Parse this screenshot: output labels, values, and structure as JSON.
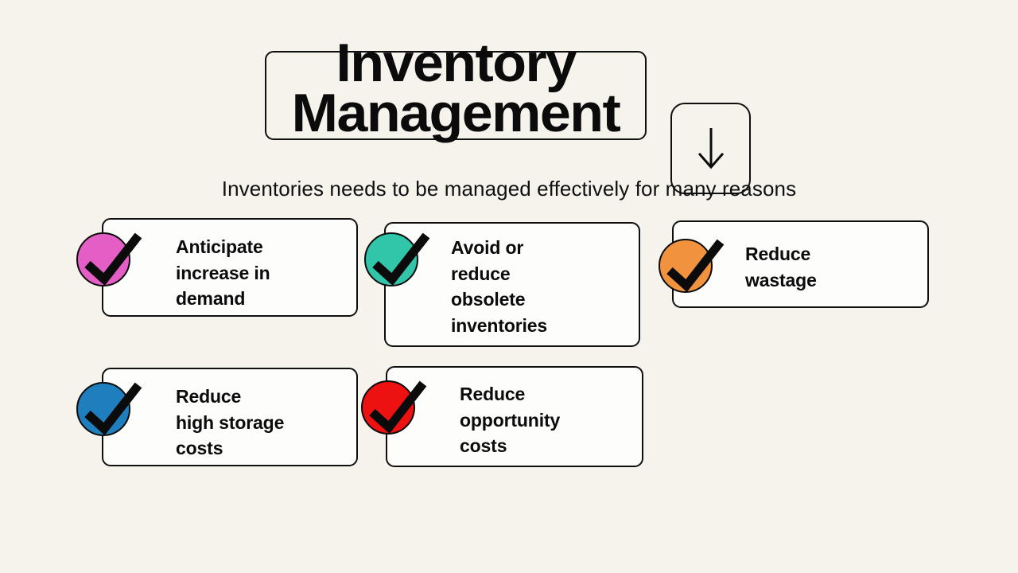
{
  "slide": {
    "background_color": "#f6f3ec",
    "title": "Inventory\nManagement",
    "subtitle": "Inventories needs to be managed effectively for many reasons",
    "scroll_button_icon": "arrow-down-icon"
  },
  "cards": [
    {
      "label": "Anticipate\nincrease in\ndemand",
      "badge_icon": "check-circle-icon",
      "badge_color": "#e45fc5"
    },
    {
      "label": "Avoid or\nreduce\nobsolete\ninventories",
      "badge_icon": "check-circle-icon",
      "badge_color": "#31c5a9"
    },
    {
      "label": "Reduce\nwastage",
      "badge_icon": "check-circle-icon",
      "badge_color": "#f1923f"
    },
    {
      "label": "Reduce\nhigh storage\ncosts",
      "badge_icon": "check-circle-icon",
      "badge_color": "#1f7fbe"
    },
    {
      "label": "Reduce\nopportunity\ncosts",
      "badge_icon": "check-circle-icon",
      "badge_color": "#ee1111"
    }
  ]
}
